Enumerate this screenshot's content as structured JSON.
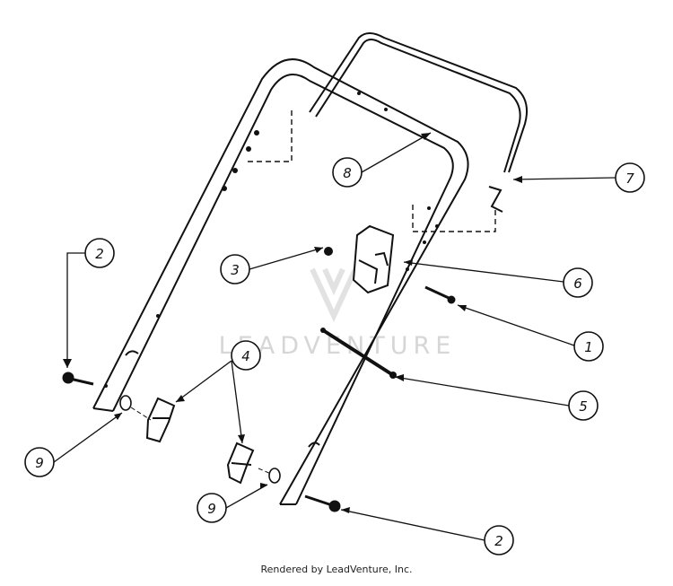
{
  "watermark": {
    "text": "LEADVENTURE"
  },
  "footer": {
    "credit": "Rendered by LeadVenture, Inc."
  },
  "callouts": [
    {
      "id": "c7",
      "number": "7"
    },
    {
      "id": "c8",
      "number": "8"
    },
    {
      "id": "c2a",
      "number": "2"
    },
    {
      "id": "c3",
      "number": "3"
    },
    {
      "id": "c6",
      "number": "6"
    },
    {
      "id": "c1",
      "number": "1"
    },
    {
      "id": "c4",
      "number": "4"
    },
    {
      "id": "c5",
      "number": "5"
    },
    {
      "id": "c9a",
      "number": "9"
    },
    {
      "id": "c9b",
      "number": "9"
    },
    {
      "id": "c2b",
      "number": "2"
    }
  ]
}
